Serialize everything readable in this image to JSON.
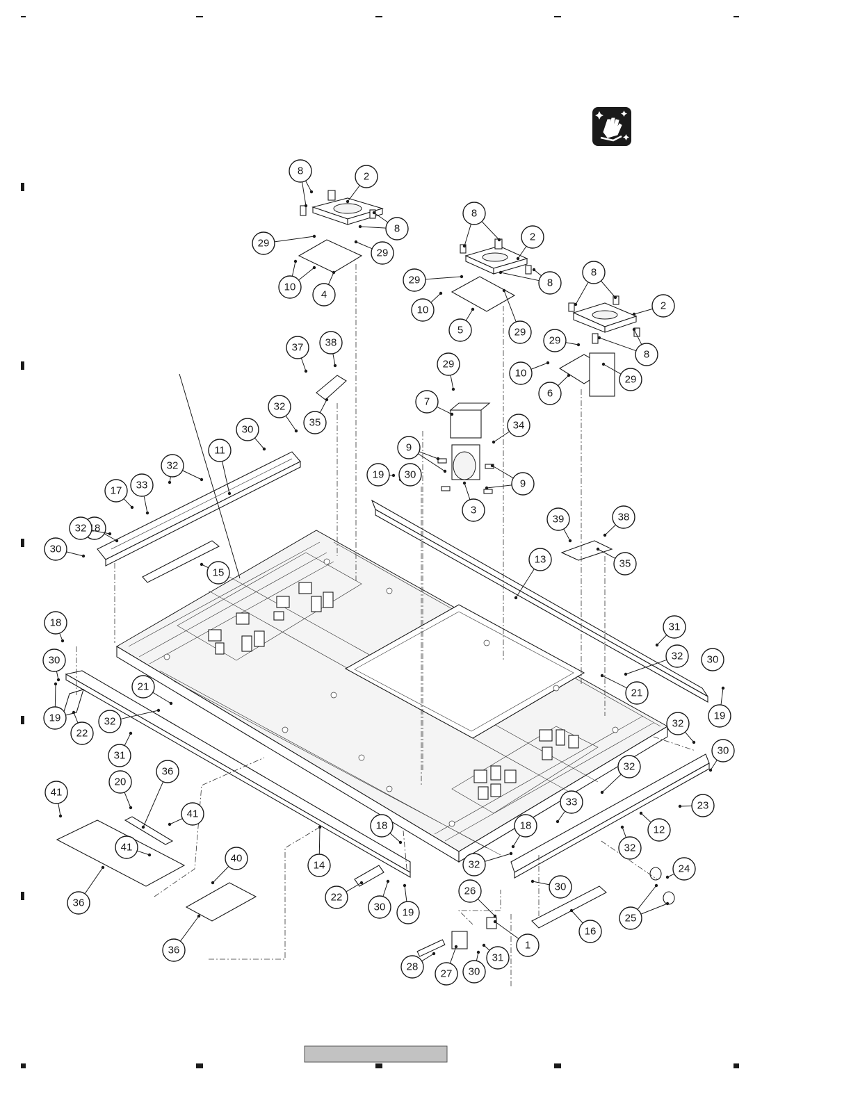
{
  "diagram": {
    "callouts": [
      {
        "label": "8"
      },
      {
        "label": "2"
      },
      {
        "label": "8"
      },
      {
        "label": "29"
      },
      {
        "label": "29"
      },
      {
        "label": "10"
      },
      {
        "label": "4"
      },
      {
        "label": "8"
      },
      {
        "label": "2"
      },
      {
        "label": "29"
      },
      {
        "label": "8"
      },
      {
        "label": "10"
      },
      {
        "label": "5"
      },
      {
        "label": "29"
      },
      {
        "label": "8"
      },
      {
        "label": "2"
      },
      {
        "label": "29"
      },
      {
        "label": "8"
      },
      {
        "label": "10"
      },
      {
        "label": "29"
      },
      {
        "label": "6"
      },
      {
        "label": "37"
      },
      {
        "label": "38"
      },
      {
        "label": "35"
      },
      {
        "label": "29"
      },
      {
        "label": "7"
      },
      {
        "label": "34"
      },
      {
        "label": "9"
      },
      {
        "label": "9"
      },
      {
        "label": "3"
      },
      {
        "label": "32"
      },
      {
        "label": "30"
      },
      {
        "label": "11"
      },
      {
        "label": "32"
      },
      {
        "label": "17"
      },
      {
        "label": "33"
      },
      {
        "label": "18"
      },
      {
        "label": "32"
      },
      {
        "label": "30"
      },
      {
        "label": "15"
      },
      {
        "label": "19"
      },
      {
        "label": "30"
      },
      {
        "label": "39"
      },
      {
        "label": "38"
      },
      {
        "label": "35"
      },
      {
        "label": "13"
      },
      {
        "label": "31"
      },
      {
        "label": "32"
      },
      {
        "label": "30"
      },
      {
        "label": "21"
      },
      {
        "label": "19"
      },
      {
        "label": "18"
      },
      {
        "label": "30"
      },
      {
        "label": "19"
      },
      {
        "label": "22"
      },
      {
        "label": "21"
      },
      {
        "label": "32"
      },
      {
        "label": "31"
      },
      {
        "label": "32"
      },
      {
        "label": "30"
      },
      {
        "label": "32"
      },
      {
        "label": "23"
      },
      {
        "label": "33"
      },
      {
        "label": "18"
      },
      {
        "label": "12"
      },
      {
        "label": "32"
      },
      {
        "label": "32"
      },
      {
        "label": "41"
      },
      {
        "label": "20"
      },
      {
        "label": "36"
      },
      {
        "label": "41"
      },
      {
        "label": "41"
      },
      {
        "label": "40"
      },
      {
        "label": "36"
      },
      {
        "label": "36"
      },
      {
        "label": "14"
      },
      {
        "label": "18"
      },
      {
        "label": "22"
      },
      {
        "label": "30"
      },
      {
        "label": "19"
      },
      {
        "label": "26"
      },
      {
        "label": "1"
      },
      {
        "label": "28"
      },
      {
        "label": "27"
      },
      {
        "label": "30"
      },
      {
        "label": "31"
      },
      {
        "label": "30"
      },
      {
        "label": "16"
      },
      {
        "label": "24"
      },
      {
        "label": "25"
      }
    ]
  },
  "icons": {
    "cleaning": "cleaning-hand-icon"
  }
}
